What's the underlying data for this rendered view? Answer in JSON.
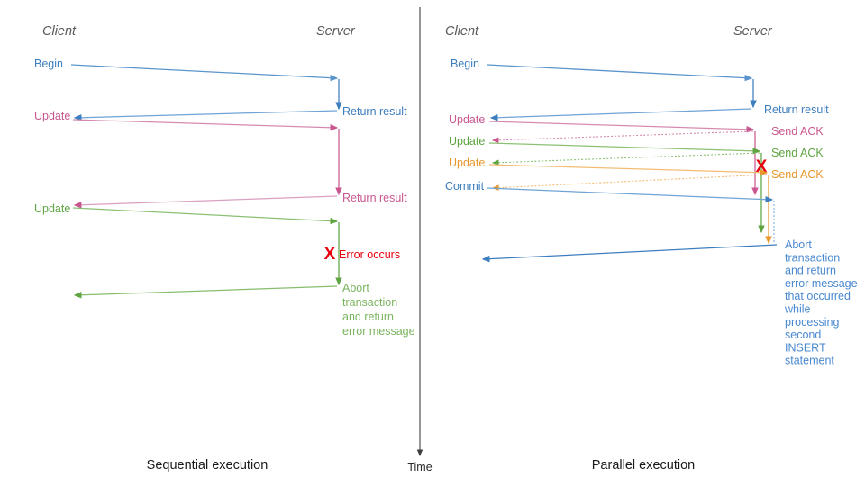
{
  "figure": {
    "title_left": "Sequential execution",
    "title_right": "Parallel execution",
    "time_axis_label": "Time"
  },
  "colors": {
    "blue": "#3d7ebf",
    "blue_light": "#7aaedd",
    "pink": "#c9578f",
    "pink_light": "#dba0c0",
    "green": "#5fa442",
    "green_light": "#96c87e",
    "orange": "#e8962c",
    "orange_light": "#f2bd72",
    "red": "#e8000d",
    "gray_header": "#595959",
    "axis": "#3f3f3f"
  },
  "left_panel": {
    "caption": "Sequential execution",
    "lanes": {
      "client": "Client",
      "server": "Server"
    },
    "client_labels": [
      {
        "text": "Begin",
        "color_key": "blue"
      },
      {
        "text": "Update",
        "color_key": "pink"
      },
      {
        "text": "Update",
        "color_key": "green"
      }
    ],
    "server_labels": [
      {
        "text": "Return result",
        "color_key": "blue"
      },
      {
        "text": "Return result",
        "color_key": "pink"
      }
    ],
    "error": {
      "marker": "X",
      "text": "Error occurs"
    },
    "abort_lines": [
      "Abort",
      "transaction",
      "and return",
      "error message"
    ]
  },
  "right_panel": {
    "caption": "Parallel execution",
    "lanes": {
      "client": "Client",
      "server": "Server"
    },
    "client_labels": [
      {
        "text": "Begin",
        "color_key": "blue"
      },
      {
        "text": "Update",
        "color_key": "pink"
      },
      {
        "text": "Update",
        "color_key": "green"
      },
      {
        "text": "Update",
        "color_key": "orange"
      },
      {
        "text": "Commit",
        "color_key": "blue"
      }
    ],
    "server_labels": [
      {
        "text": "Return result",
        "color_key": "blue"
      },
      {
        "text": "Send ACK",
        "color_key": "pink"
      },
      {
        "text": "Send ACK",
        "color_key": "green"
      },
      {
        "text": "Send ACK",
        "color_key": "orange"
      }
    ],
    "error": {
      "marker": "X"
    },
    "abort_lines": [
      "Abort",
      "transaction",
      "and return",
      "error message",
      "that occurred",
      "while",
      "processing",
      "second",
      "INSERT",
      "statement"
    ]
  }
}
